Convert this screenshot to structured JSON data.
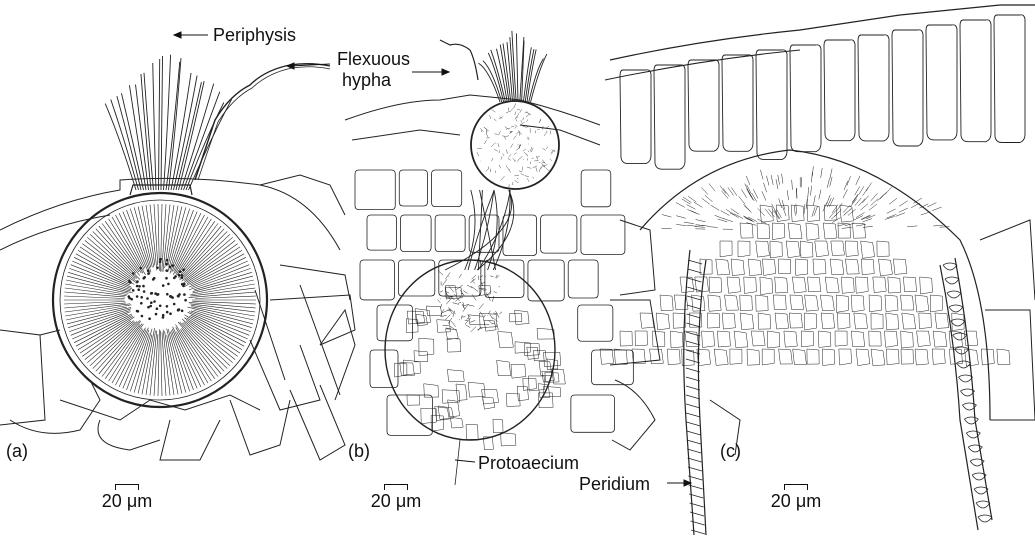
{
  "labels": {
    "periphysis": "Periphysis",
    "flexuous_line1": "Flexuous",
    "flexuous_line2": "hypha",
    "protoaecium": "Protoaecium",
    "peridium": "Peridium"
  },
  "panels": [
    {
      "letter": "(a)",
      "scale": "20 μm"
    },
    {
      "letter": "(b)",
      "scale": "20 μm"
    },
    {
      "letter": "(c)",
      "scale": "20 μm"
    }
  ]
}
